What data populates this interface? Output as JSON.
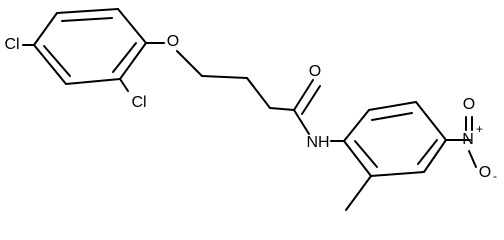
{
  "molecule": {
    "atoms": {
      "cl_top": "Cl",
      "cl_ortho": "Cl",
      "ether_o": "O",
      "carbonyl_o": "O",
      "amide_nh": "NH",
      "nitro_n": "N",
      "nitro_n_charge": "+",
      "nitro_o_top": "O",
      "nitro_o_bottom": "O",
      "nitro_o_bottom_charge": "-"
    }
  }
}
